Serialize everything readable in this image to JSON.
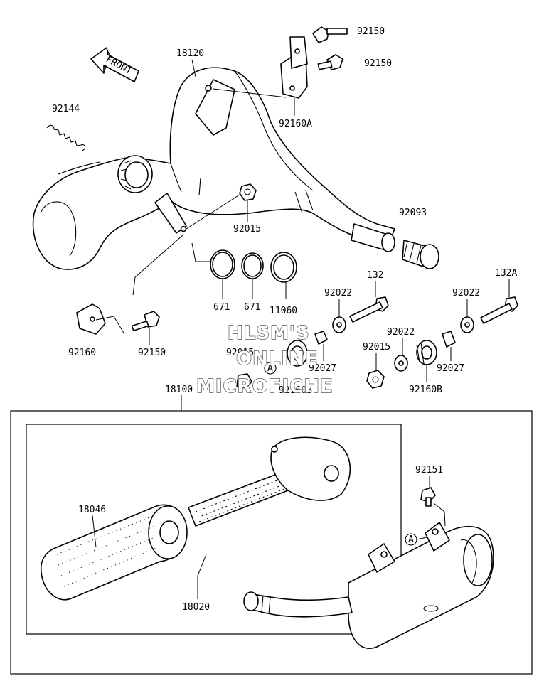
{
  "direction_arrow": {
    "label": "FRONT"
  },
  "callouts": {
    "18120": "18120",
    "92144": "92144",
    "92150_top": "92150",
    "92150_mid": "92150",
    "92160A": "92160A",
    "92093": "92093",
    "92015_a": "92015",
    "671_a": "671",
    "671_b": "671",
    "11060": "11060",
    "92160": "92160",
    "92150_low": "92150",
    "132": "132",
    "132A": "132A",
    "92022_a": "92022",
    "92022_b": "92022",
    "92022_c": "92022",
    "92015_b": "92015",
    "92015_c": "92015",
    "92027_a": "92027",
    "92027_b": "92027",
    "92160B_a": "92160B",
    "92160B_b": "92160B",
    "18100": "18100",
    "18046": "18046",
    "18020": "18020",
    "92151": "92151"
  },
  "reference_marks": {
    "a_upper": "A",
    "a_lower": "A"
  },
  "watermark": {
    "line1": "HLSM'S",
    "line2": "ONLINE",
    "line3": "MICROFICHE"
  }
}
